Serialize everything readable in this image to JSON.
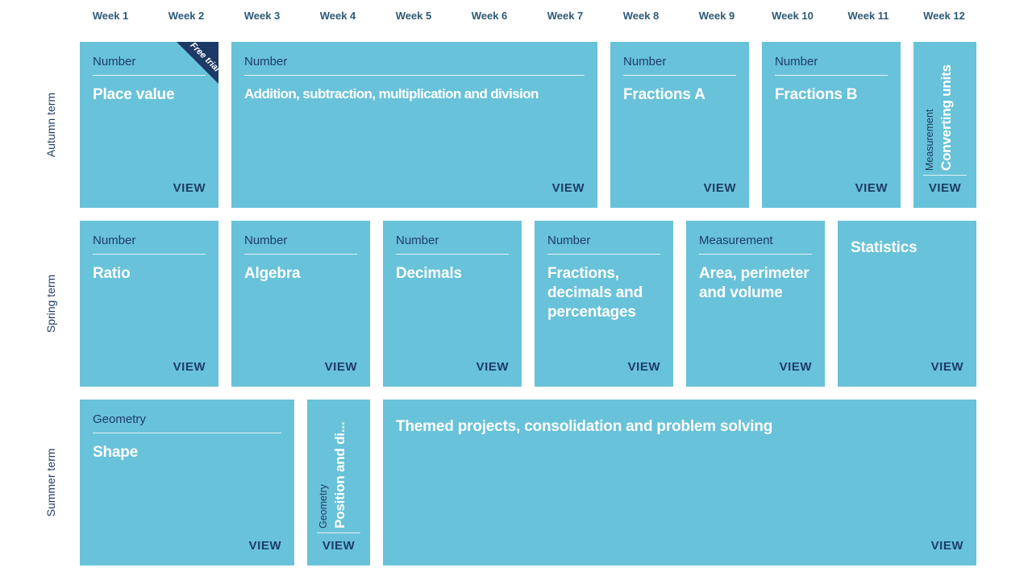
{
  "weeks": [
    "Week 1",
    "Week 2",
    "Week 3",
    "Week 4",
    "Week 5",
    "Week 6",
    "Week 7",
    "Week 8",
    "Week 9",
    "Week 10",
    "Week 11",
    "Week 12"
  ],
  "terms": [
    "Autumn term",
    "Spring term",
    "Summer term"
  ],
  "colors": {
    "card_teal": "#68c2d9",
    "navy_text": "#1e3c66",
    "week_label": "#2d5977",
    "title_white": "#ffffff",
    "ribbon_navy": "#1d3a66",
    "page_background": "#ffffff"
  },
  "rows": [
    {
      "term": "Autumn term",
      "cards": [
        {
          "category": "Number",
          "title": "Place value",
          "ribbon": "Free trial",
          "view_label": "VIEW"
        },
        {
          "category": "Number",
          "title": "Addition, subtraction, multiplication and division",
          "view_label": "VIEW"
        },
        {
          "category": "Number",
          "title": "Fractions A",
          "view_label": "VIEW"
        },
        {
          "category": "Number",
          "title": "Fractions B",
          "view_label": "VIEW"
        },
        {
          "category": "Measurement",
          "title": "Converting units",
          "view_label": "VIEW"
        }
      ]
    },
    {
      "term": "Spring term",
      "cards": [
        {
          "category": "Number",
          "title": "Ratio",
          "view_label": "VIEW"
        },
        {
          "category": "Number",
          "title": "Algebra",
          "view_label": "VIEW"
        },
        {
          "category": "Number",
          "title": "Decimals",
          "view_label": "VIEW"
        },
        {
          "category": "Number",
          "title": "Fractions, decimals and percentages",
          "view_label": "VIEW"
        },
        {
          "category": "Measurement",
          "title": "Area, perimeter and volume",
          "view_label": "VIEW"
        },
        {
          "title": "Statistics",
          "view_label": "VIEW"
        }
      ]
    },
    {
      "term": "Summer term",
      "cards": [
        {
          "category": "Geometry",
          "title": "Shape",
          "view_label": "VIEW"
        },
        {
          "category": "Geometry",
          "title": "Position and di...",
          "view_label": "VIEW"
        },
        {
          "title": "Themed projects, consolidation and problem solving",
          "view_label": "VIEW"
        }
      ]
    }
  ]
}
